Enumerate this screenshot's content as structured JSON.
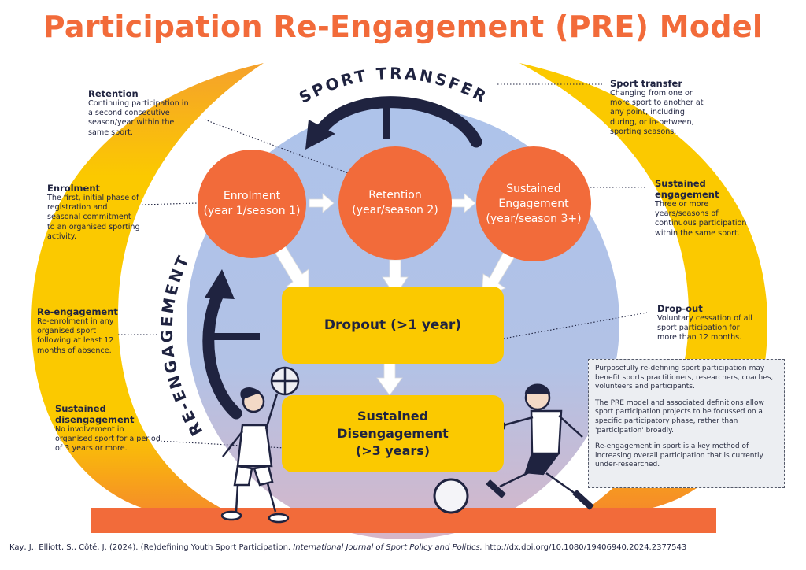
{
  "title": "Participation Re-Engagement (PRE) Model",
  "arc_labels": {
    "top": "SPORT TRANSFER",
    "left": "RE-ENGAGEMENT"
  },
  "stages": [
    {
      "line1": "Enrolment",
      "line2": "(year 1/season 1)"
    },
    {
      "line1": "Retention",
      "line2": "(year/season 2)"
    },
    {
      "line1": "Sustained",
      "line2": "Engagement",
      "line3": "(year/season 3+)"
    }
  ],
  "boxes": {
    "dropout": "Dropout (>1 year)",
    "disengagement": {
      "line1": "Sustained",
      "line2": "Disengagement",
      "line3": "(>3 years)"
    }
  },
  "notes": {
    "retention": {
      "heading": "Retention",
      "text": "Continuing participation in a second consecutive season/year within the same sport."
    },
    "enrolment": {
      "heading": "Enrolment",
      "text": "The first, initial phase of registration and seasonal commitment to an organised sporting activity."
    },
    "reengagement": {
      "heading": "Re-engagement",
      "text": "Re-enrolment in any organised sport following at least 12 months of absence."
    },
    "sustained_disengagement": {
      "heading_line1": "Sustained",
      "heading_line2": "disengagement",
      "text": "No involvement in organised sport for a period of 3 years or more."
    },
    "sport_transfer": {
      "heading": "Sport transfer",
      "text": "Changing from one or more sport to another at any point, including during, or in-between, sporting seasons."
    },
    "sustained_engagement": {
      "heading_line1": "Sustained",
      "heading_line2": "engagement",
      "text": "Three or more years/seasons of continuous participation within the same sport."
    },
    "dropout": {
      "heading": "Drop-out",
      "text": "Voluntary cessation of all sport participation for more than 12 months."
    }
  },
  "info": {
    "p1": "Purposefully re-defining sport participation may benefit sports practitioners, researchers, coaches, volunteers and participants.",
    "p2": "The PRE model and associated definitions allow sport participation projects to be focussed on a specific participatory phase, rather than 'participation' broadly.",
    "p3": "Re-engagement in sport is a key method of increasing overall participation that is currently under-researched."
  },
  "citation": {
    "authors": "Kay, J., Elliott, S., Côté, J. (2024). (Re)defining Youth Sport Participation.",
    "journal": "International Journal of Sport Policy and Politics,",
    "doi": "http://dx.doi.org/10.1080/19406940.2024.2377543"
  },
  "colors": {
    "orange": "#f26b3a",
    "yellow": "#fbc900",
    "navy": "#1f2340",
    "blue": "#a9bfe6",
    "lilac": "#c9b6d3"
  }
}
